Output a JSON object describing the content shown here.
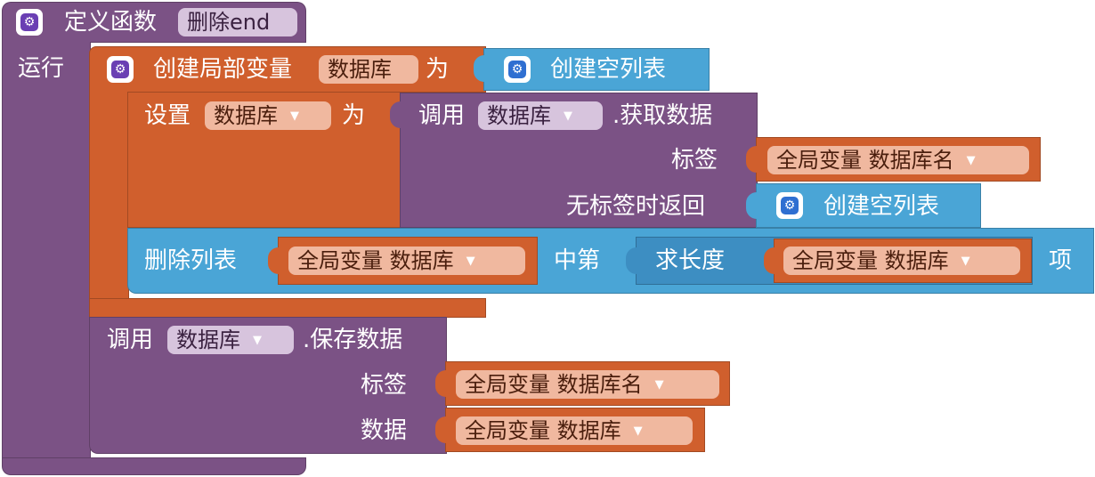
{
  "procedure": {
    "define_label": "定义函数",
    "name": "删除end",
    "do_label": "运行"
  },
  "local_var": {
    "label": "创建局部变量",
    "name": "数据库",
    "as_label": "为",
    "init": "创建空列表"
  },
  "set_block": {
    "label": "设置",
    "var": "数据库",
    "to_label": "为"
  },
  "get_call": {
    "call_label": "调用",
    "component": "数据库",
    "method": ".获取数据",
    "tag_label": "标签",
    "tag_value": "全局变量 数据库名",
    "default_label": "无标签时返回",
    "default_value": "创建空列表"
  },
  "remove_block": {
    "label": "删除列表",
    "list_value": "全局变量 数据库",
    "index_label": "中第",
    "length_label": "求长度",
    "length_arg": "全局变量 数据库",
    "item_label": "项"
  },
  "store_call": {
    "call_label": "调用",
    "component": "数据库",
    "method": ".保存数据",
    "tag_label": "标签",
    "tag_value": "全局变量 数据库名",
    "value_label": "数据",
    "value_value": "全局变量 数据库"
  },
  "icons": {
    "gear": "gear-icon",
    "dropdown": "dropdown-caret-icon"
  },
  "colors": {
    "procedure": "#7b5285",
    "variable": "#d05f2d",
    "list": "#4aa5d6",
    "math": "#3d8ec2"
  }
}
